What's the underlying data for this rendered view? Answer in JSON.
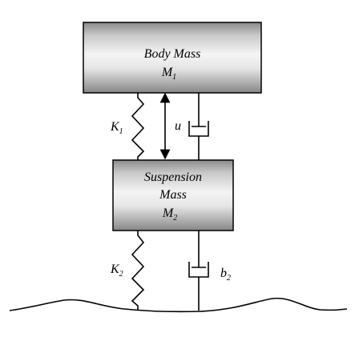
{
  "body_mass": {
    "title": "Body Mass",
    "symbol": "M",
    "subscript": "1"
  },
  "suspension_mass": {
    "line1": "Suspension",
    "line2": "Mass",
    "symbol": "M",
    "subscript": "2"
  },
  "spring_upper": {
    "symbol": "K",
    "subscript": "1"
  },
  "spring_lower": {
    "symbol": "K",
    "subscript": "2"
  },
  "displacement": {
    "symbol": "u"
  },
  "damper_lower": {
    "symbol": "b",
    "subscript": "2"
  },
  "colors": {
    "box_dark": "#8a8a8a",
    "box_light": "#f4f4f4",
    "line": "#000000"
  }
}
